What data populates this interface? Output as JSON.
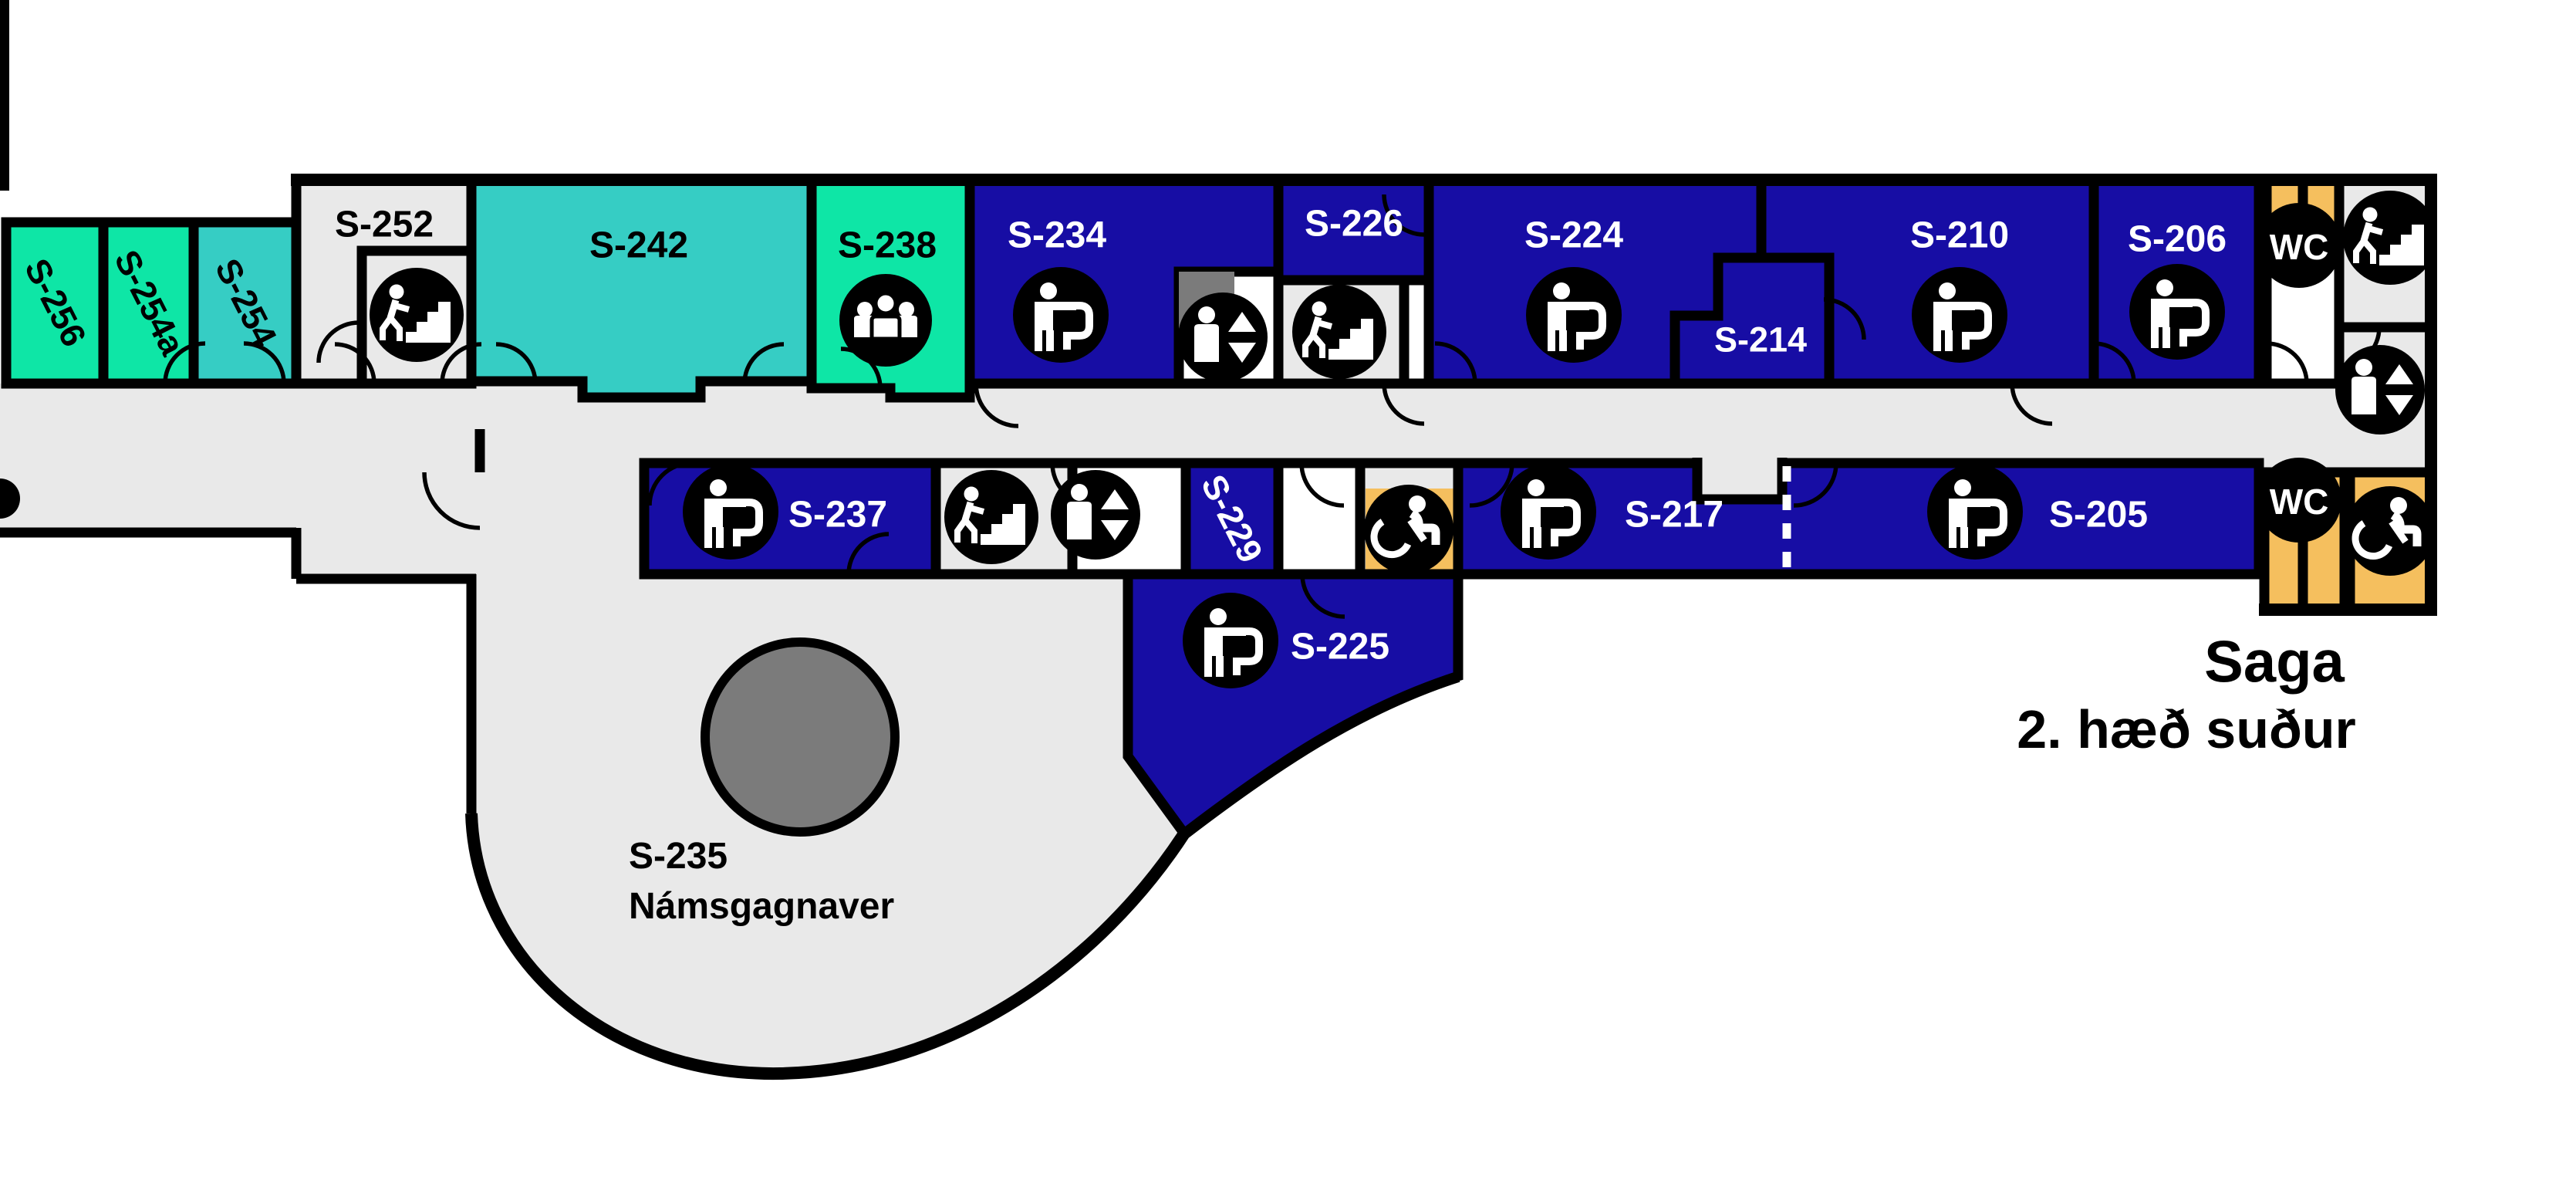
{
  "floorplan": {
    "building": "Saga",
    "title_line1": "Saga",
    "title_line2": "2. hæð suður"
  },
  "rooms": {
    "s256": {
      "label": "S-256"
    },
    "s254a": {
      "label": "S-254a"
    },
    "s254": {
      "label": "S-254"
    },
    "s252": {
      "label": "S-252"
    },
    "s242": {
      "label": "S-242"
    },
    "s238": {
      "label": "S-238"
    },
    "s234": {
      "label": "S-234"
    },
    "s226": {
      "label": "S-226"
    },
    "s224": {
      "label": "S-224"
    },
    "s214": {
      "label": "S-214"
    },
    "s210": {
      "label": "S-210"
    },
    "s206": {
      "label": "S-206"
    },
    "s237": {
      "label": "S-237"
    },
    "s229": {
      "label": "S-229"
    },
    "s217": {
      "label": "S-217"
    },
    "s205": {
      "label": "S-205"
    },
    "s225": {
      "label": "S-225"
    },
    "s235": {
      "label": "S-235",
      "sublabel": "Námsgagnaver"
    }
  },
  "labels": {
    "wc": "WC"
  },
  "icons": [
    "stairs-icon",
    "people-icon",
    "classroom-icon",
    "elevator-icon",
    "wheelchair-icon",
    "wc-icon"
  ],
  "colors": {
    "navy": "#170da4",
    "green": "#0ee6a6",
    "teal": "#36cdc4",
    "orange": "#f5bf5e",
    "corridor_gray": "#e9e9e9",
    "dark_gray": "#7b7b7b",
    "wall": "#000000",
    "background": "#ffffff"
  }
}
